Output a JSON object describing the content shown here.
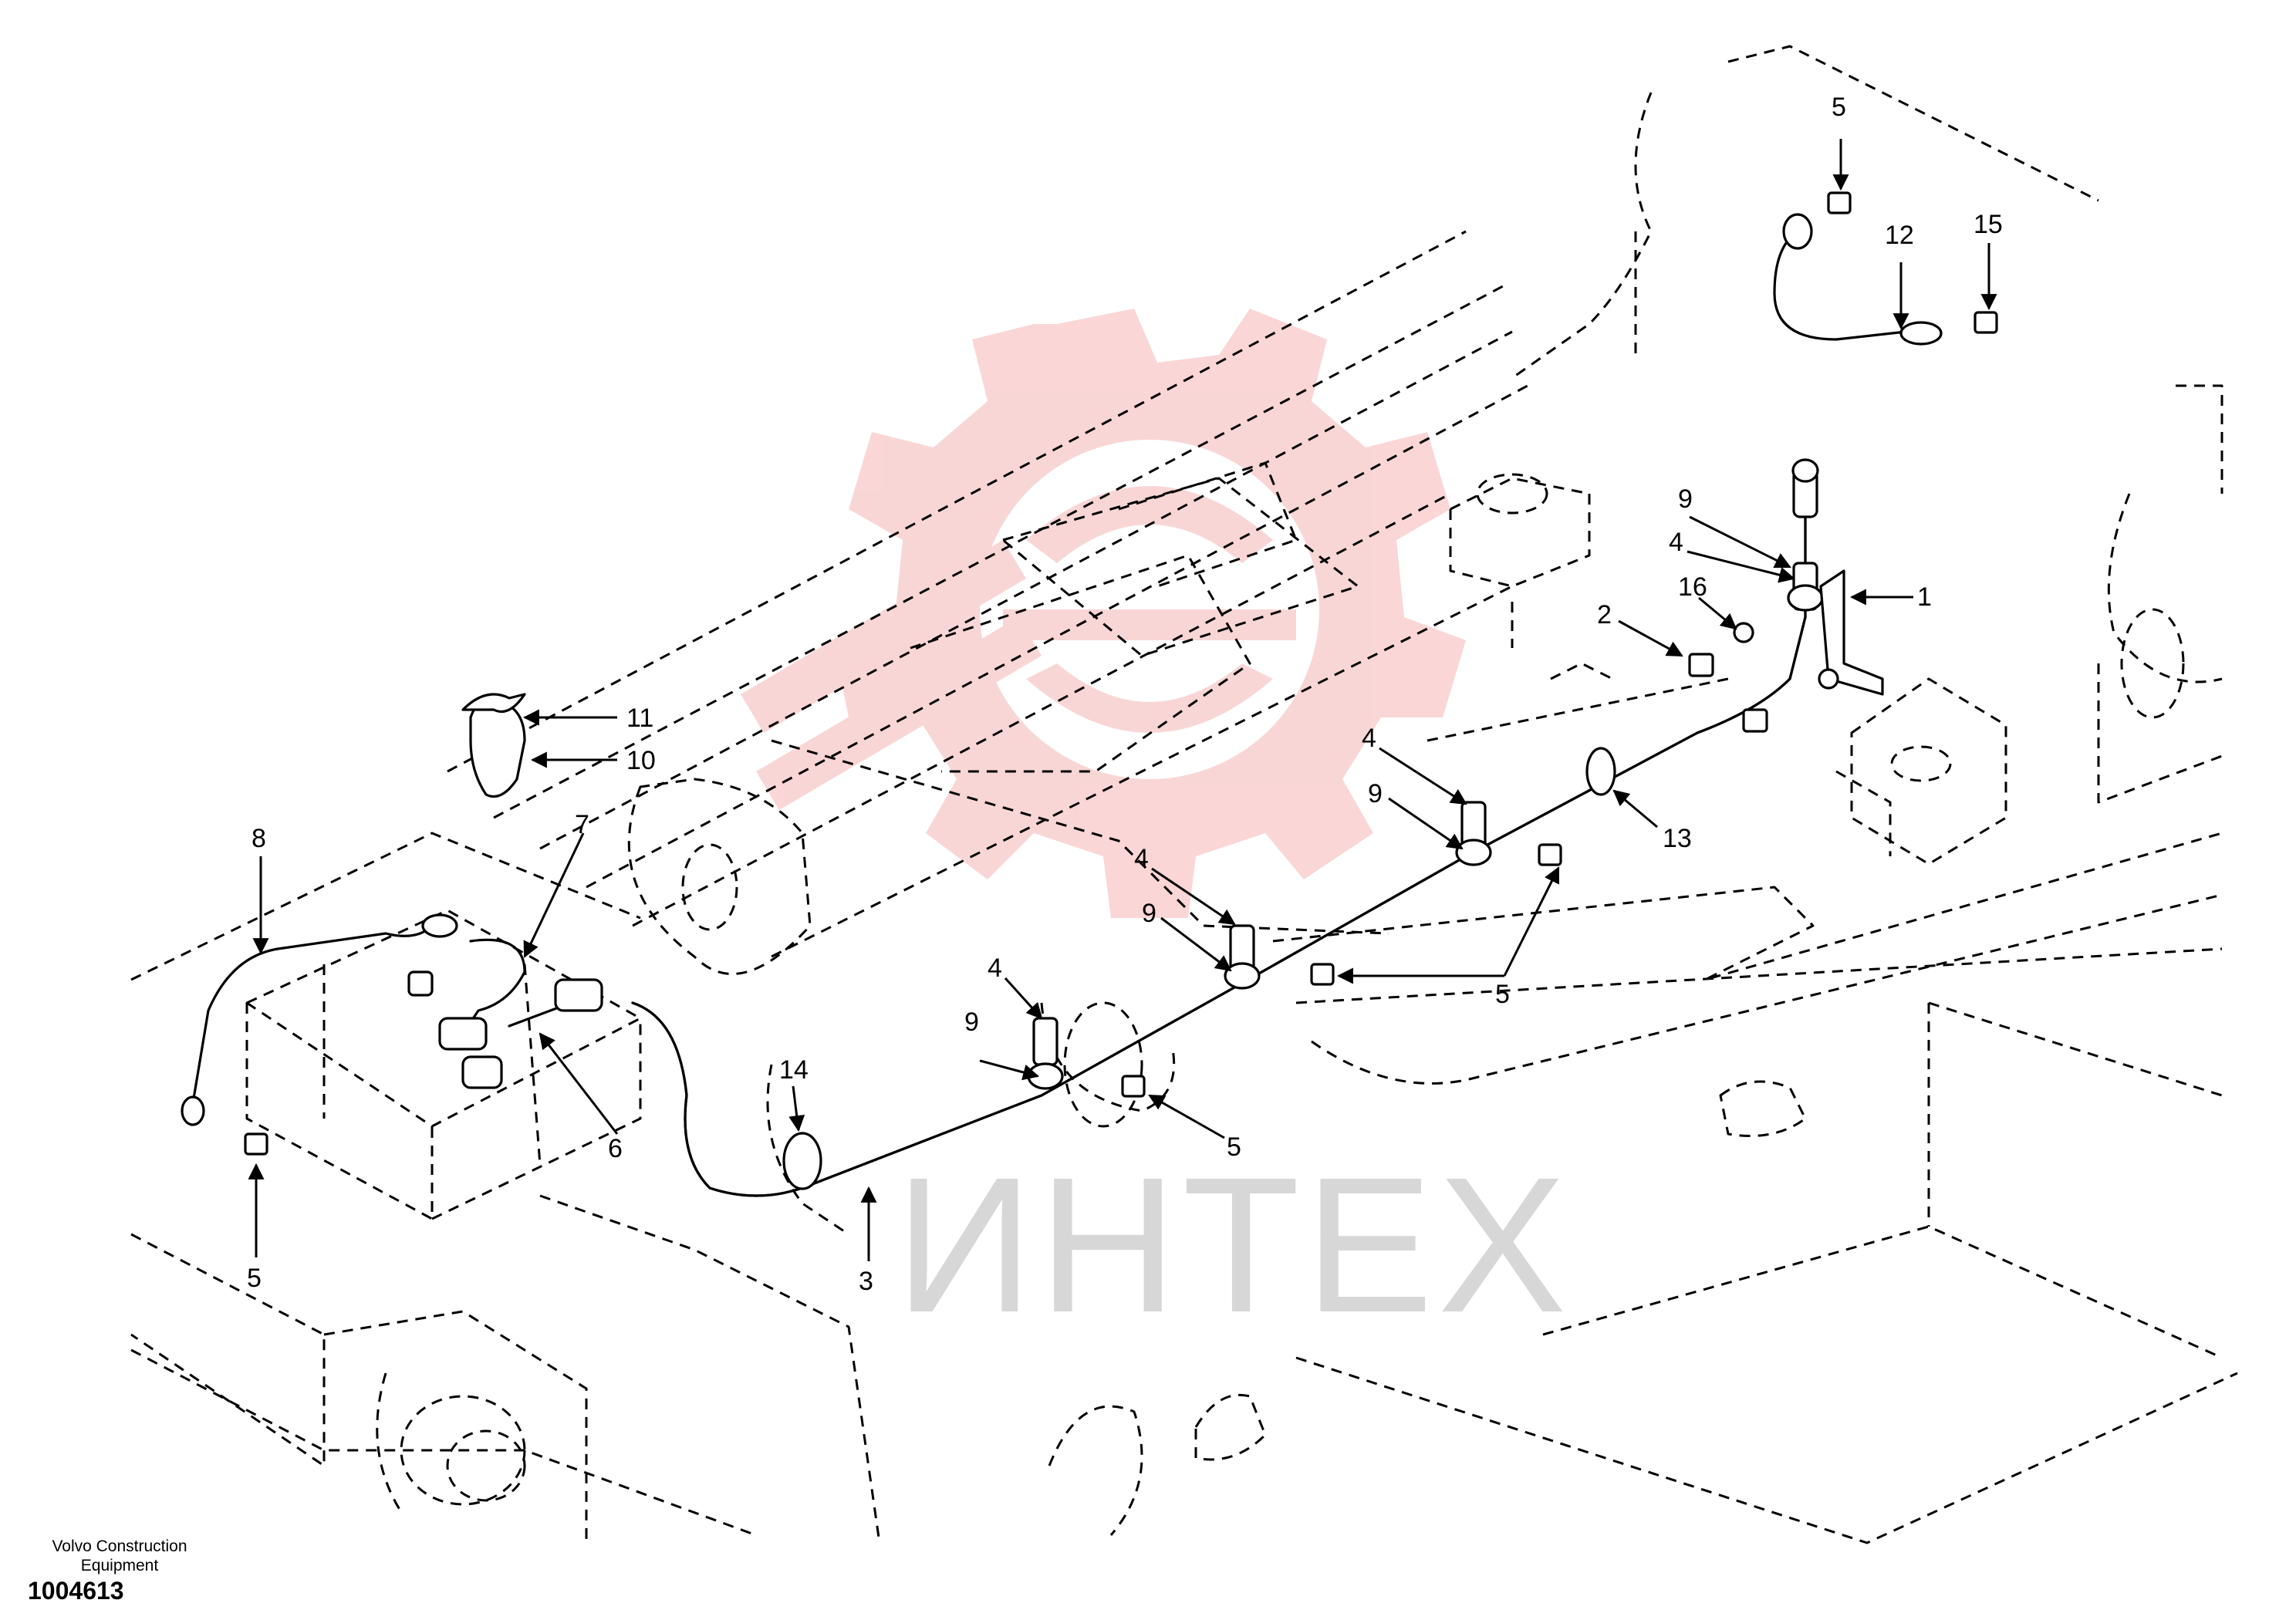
{
  "figure": {
    "company_label": "Volvo Construction\nEquipment",
    "part_number": "1004613",
    "watermark_text": "ИНТЕХ"
  },
  "callouts": [
    {
      "id": "c1",
      "label": "1"
    },
    {
      "id": "c2",
      "label": "2"
    },
    {
      "id": "c3",
      "label": "3"
    },
    {
      "id": "c4a",
      "label": "4"
    },
    {
      "id": "c4b",
      "label": "4"
    },
    {
      "id": "c4c",
      "label": "4"
    },
    {
      "id": "c4d",
      "label": "4"
    },
    {
      "id": "c5a",
      "label": "5"
    },
    {
      "id": "c5b",
      "label": "5"
    },
    {
      "id": "c5c",
      "label": "5"
    },
    {
      "id": "c5d",
      "label": "5"
    },
    {
      "id": "c6",
      "label": "6"
    },
    {
      "id": "c7",
      "label": "7"
    },
    {
      "id": "c8",
      "label": "8"
    },
    {
      "id": "c9a",
      "label": "9"
    },
    {
      "id": "c9b",
      "label": "9"
    },
    {
      "id": "c9c",
      "label": "9"
    },
    {
      "id": "c9d",
      "label": "9"
    },
    {
      "id": "c10",
      "label": "10"
    },
    {
      "id": "c11",
      "label": "11"
    },
    {
      "id": "c12",
      "label": "12"
    },
    {
      "id": "c13",
      "label": "13"
    },
    {
      "id": "c14",
      "label": "14"
    },
    {
      "id": "c15",
      "label": "15"
    },
    {
      "id": "c16",
      "label": "16"
    }
  ],
  "colors": {
    "watermark_red": "#f5b5b5",
    "line": "#000000"
  }
}
